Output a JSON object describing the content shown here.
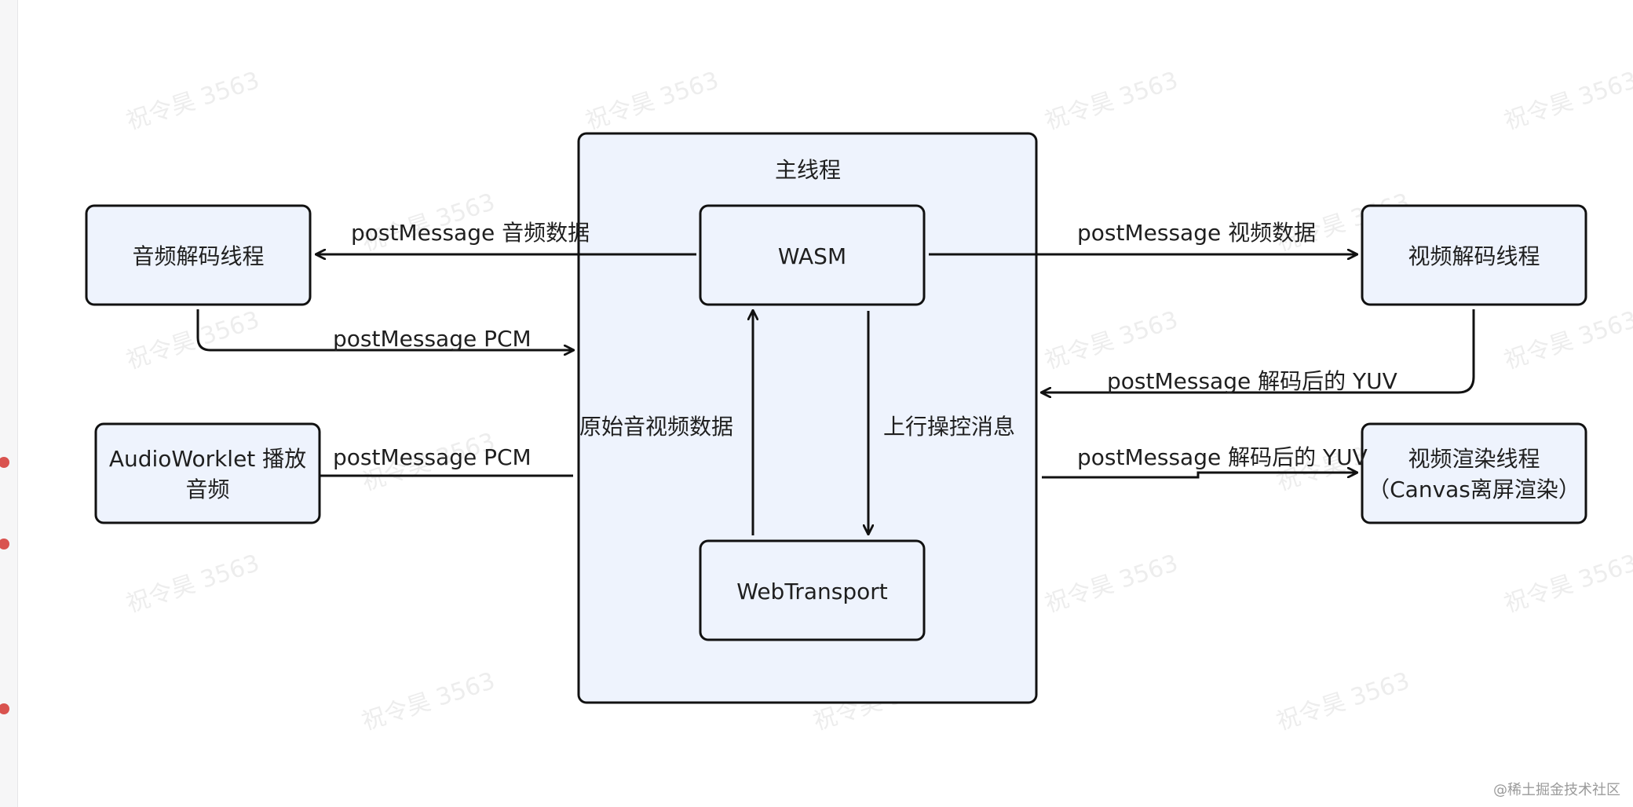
{
  "diagram": {
    "main_container": {
      "title": "主线程"
    },
    "nodes": {
      "wasm": "WASM",
      "webtransport": "WebTransport",
      "audio_decode": "音频解码线程",
      "video_decode": "视频解码线程",
      "audio_worklet_line1": "AudioWorklet 播放",
      "audio_worklet_line2": "音频",
      "video_render_line1": "视频渲染线程",
      "video_render_line2": "（Canvas离屏渲染）"
    },
    "edges": {
      "audio_data": "postMessage 音频数据",
      "pcm_from_decoder": "postMessage PCM",
      "pcm_to_worklet": "postMessage PCM",
      "video_data": "postMessage 视频数据",
      "yuv_from_decoder": "postMessage 解码后的 YUV",
      "yuv_to_render": "postMessage 解码后的 YUV",
      "raw_av_data": "原始音视频数据",
      "upstream_control": "上行操控消息"
    }
  },
  "watermark": {
    "text": "祝令昊 3563",
    "footer": "@稀土掘金技术社区"
  },
  "colors": {
    "box_fill": "#eef3fd",
    "box_stroke": "#111111",
    "accent_dot": "#d9534f"
  }
}
